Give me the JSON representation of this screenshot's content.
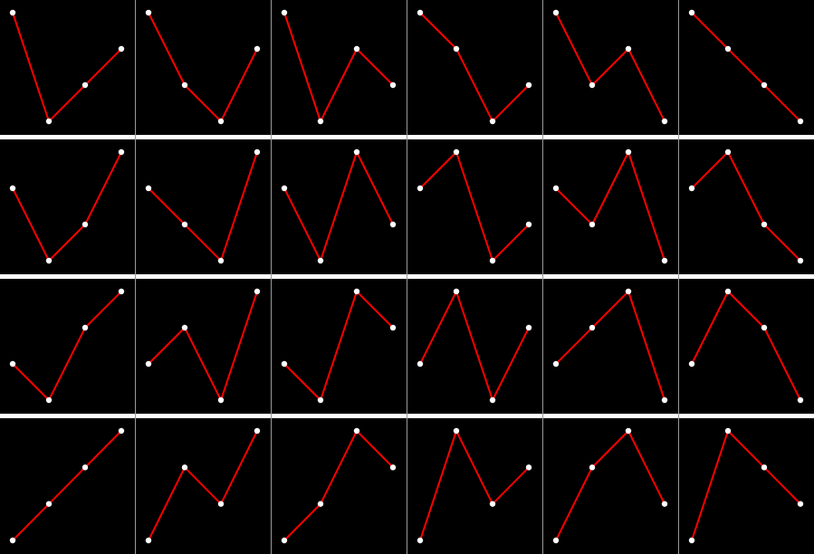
{
  "colors": {
    "background": "#ffffff",
    "panel": "#000000",
    "line": "#ff0000",
    "point": "#ffffff",
    "divider": "#9a9a9a"
  },
  "chart_data": [
    {
      "type": "line",
      "x": [
        1,
        2,
        3,
        4
      ],
      "values": [
        4,
        1,
        2,
        3
      ],
      "ylim": [
        1,
        4
      ],
      "grid": false
    },
    {
      "type": "line",
      "x": [
        1,
        2,
        3,
        4
      ],
      "values": [
        4,
        2,
        1,
        3
      ],
      "ylim": [
        1,
        4
      ],
      "grid": false
    },
    {
      "type": "line",
      "x": [
        1,
        2,
        3,
        4
      ],
      "values": [
        4,
        1,
        3,
        2
      ],
      "ylim": [
        1,
        4
      ],
      "grid": false
    },
    {
      "type": "line",
      "x": [
        1,
        2,
        3,
        4
      ],
      "values": [
        4,
        3,
        1,
        2
      ],
      "ylim": [
        1,
        4
      ],
      "grid": false
    },
    {
      "type": "line",
      "x": [
        1,
        2,
        3,
        4
      ],
      "values": [
        4,
        2,
        3,
        1
      ],
      "ylim": [
        1,
        4
      ],
      "grid": false
    },
    {
      "type": "line",
      "x": [
        1,
        2,
        3,
        4
      ],
      "values": [
        4,
        3,
        2,
        1
      ],
      "ylim": [
        1,
        4
      ],
      "grid": false
    },
    {
      "type": "line",
      "x": [
        1,
        2,
        3,
        4
      ],
      "values": [
        3,
        1,
        2,
        4
      ],
      "ylim": [
        1,
        4
      ],
      "grid": false
    },
    {
      "type": "line",
      "x": [
        1,
        2,
        3,
        4
      ],
      "values": [
        3,
        2,
        1,
        4
      ],
      "ylim": [
        1,
        4
      ],
      "grid": false
    },
    {
      "type": "line",
      "x": [
        1,
        2,
        3,
        4
      ],
      "values": [
        3,
        1,
        4,
        2
      ],
      "ylim": [
        1,
        4
      ],
      "grid": false
    },
    {
      "type": "line",
      "x": [
        1,
        2,
        3,
        4
      ],
      "values": [
        3,
        4,
        1,
        2
      ],
      "ylim": [
        1,
        4
      ],
      "grid": false
    },
    {
      "type": "line",
      "x": [
        1,
        2,
        3,
        4
      ],
      "values": [
        3,
        2,
        4,
        1
      ],
      "ylim": [
        1,
        4
      ],
      "grid": false
    },
    {
      "type": "line",
      "x": [
        1,
        2,
        3,
        4
      ],
      "values": [
        3,
        4,
        2,
        1
      ],
      "ylim": [
        1,
        4
      ],
      "grid": false
    },
    {
      "type": "line",
      "x": [
        1,
        2,
        3,
        4
      ],
      "values": [
        2,
        1,
        3,
        4
      ],
      "ylim": [
        1,
        4
      ],
      "grid": false
    },
    {
      "type": "line",
      "x": [
        1,
        2,
        3,
        4
      ],
      "values": [
        2,
        3,
        1,
        4
      ],
      "ylim": [
        1,
        4
      ],
      "grid": false
    },
    {
      "type": "line",
      "x": [
        1,
        2,
        3,
        4
      ],
      "values": [
        2,
        1,
        4,
        3
      ],
      "ylim": [
        1,
        4
      ],
      "grid": false
    },
    {
      "type": "line",
      "x": [
        1,
        2,
        3,
        4
      ],
      "values": [
        2,
        4,
        1,
        3
      ],
      "ylim": [
        1,
        4
      ],
      "grid": false
    },
    {
      "type": "line",
      "x": [
        1,
        2,
        3,
        4
      ],
      "values": [
        2,
        3,
        4,
        1
      ],
      "ylim": [
        1,
        4
      ],
      "grid": false
    },
    {
      "type": "line",
      "x": [
        1,
        2,
        3,
        4
      ],
      "values": [
        2,
        4,
        3,
        1
      ],
      "ylim": [
        1,
        4
      ],
      "grid": false
    },
    {
      "type": "line",
      "x": [
        1,
        2,
        3,
        4
      ],
      "values": [
        1,
        2,
        3,
        4
      ],
      "ylim": [
        1,
        4
      ],
      "grid": false
    },
    {
      "type": "line",
      "x": [
        1,
        2,
        3,
        4
      ],
      "values": [
        1,
        3,
        2,
        4
      ],
      "ylim": [
        1,
        4
      ],
      "grid": false
    },
    {
      "type": "line",
      "x": [
        1,
        2,
        3,
        4
      ],
      "values": [
        1,
        2,
        4,
        3
      ],
      "ylim": [
        1,
        4
      ],
      "grid": false
    },
    {
      "type": "line",
      "x": [
        1,
        2,
        3,
        4
      ],
      "values": [
        1,
        4,
        2,
        3
      ],
      "ylim": [
        1,
        4
      ],
      "grid": false
    },
    {
      "type": "line",
      "x": [
        1,
        2,
        3,
        4
      ],
      "values": [
        1,
        3,
        4,
        2
      ],
      "ylim": [
        1,
        4
      ],
      "grid": false
    },
    {
      "type": "line",
      "x": [
        1,
        2,
        3,
        4
      ],
      "values": [
        1,
        4,
        3,
        2
      ],
      "ylim": [
        1,
        4
      ],
      "grid": false
    }
  ]
}
